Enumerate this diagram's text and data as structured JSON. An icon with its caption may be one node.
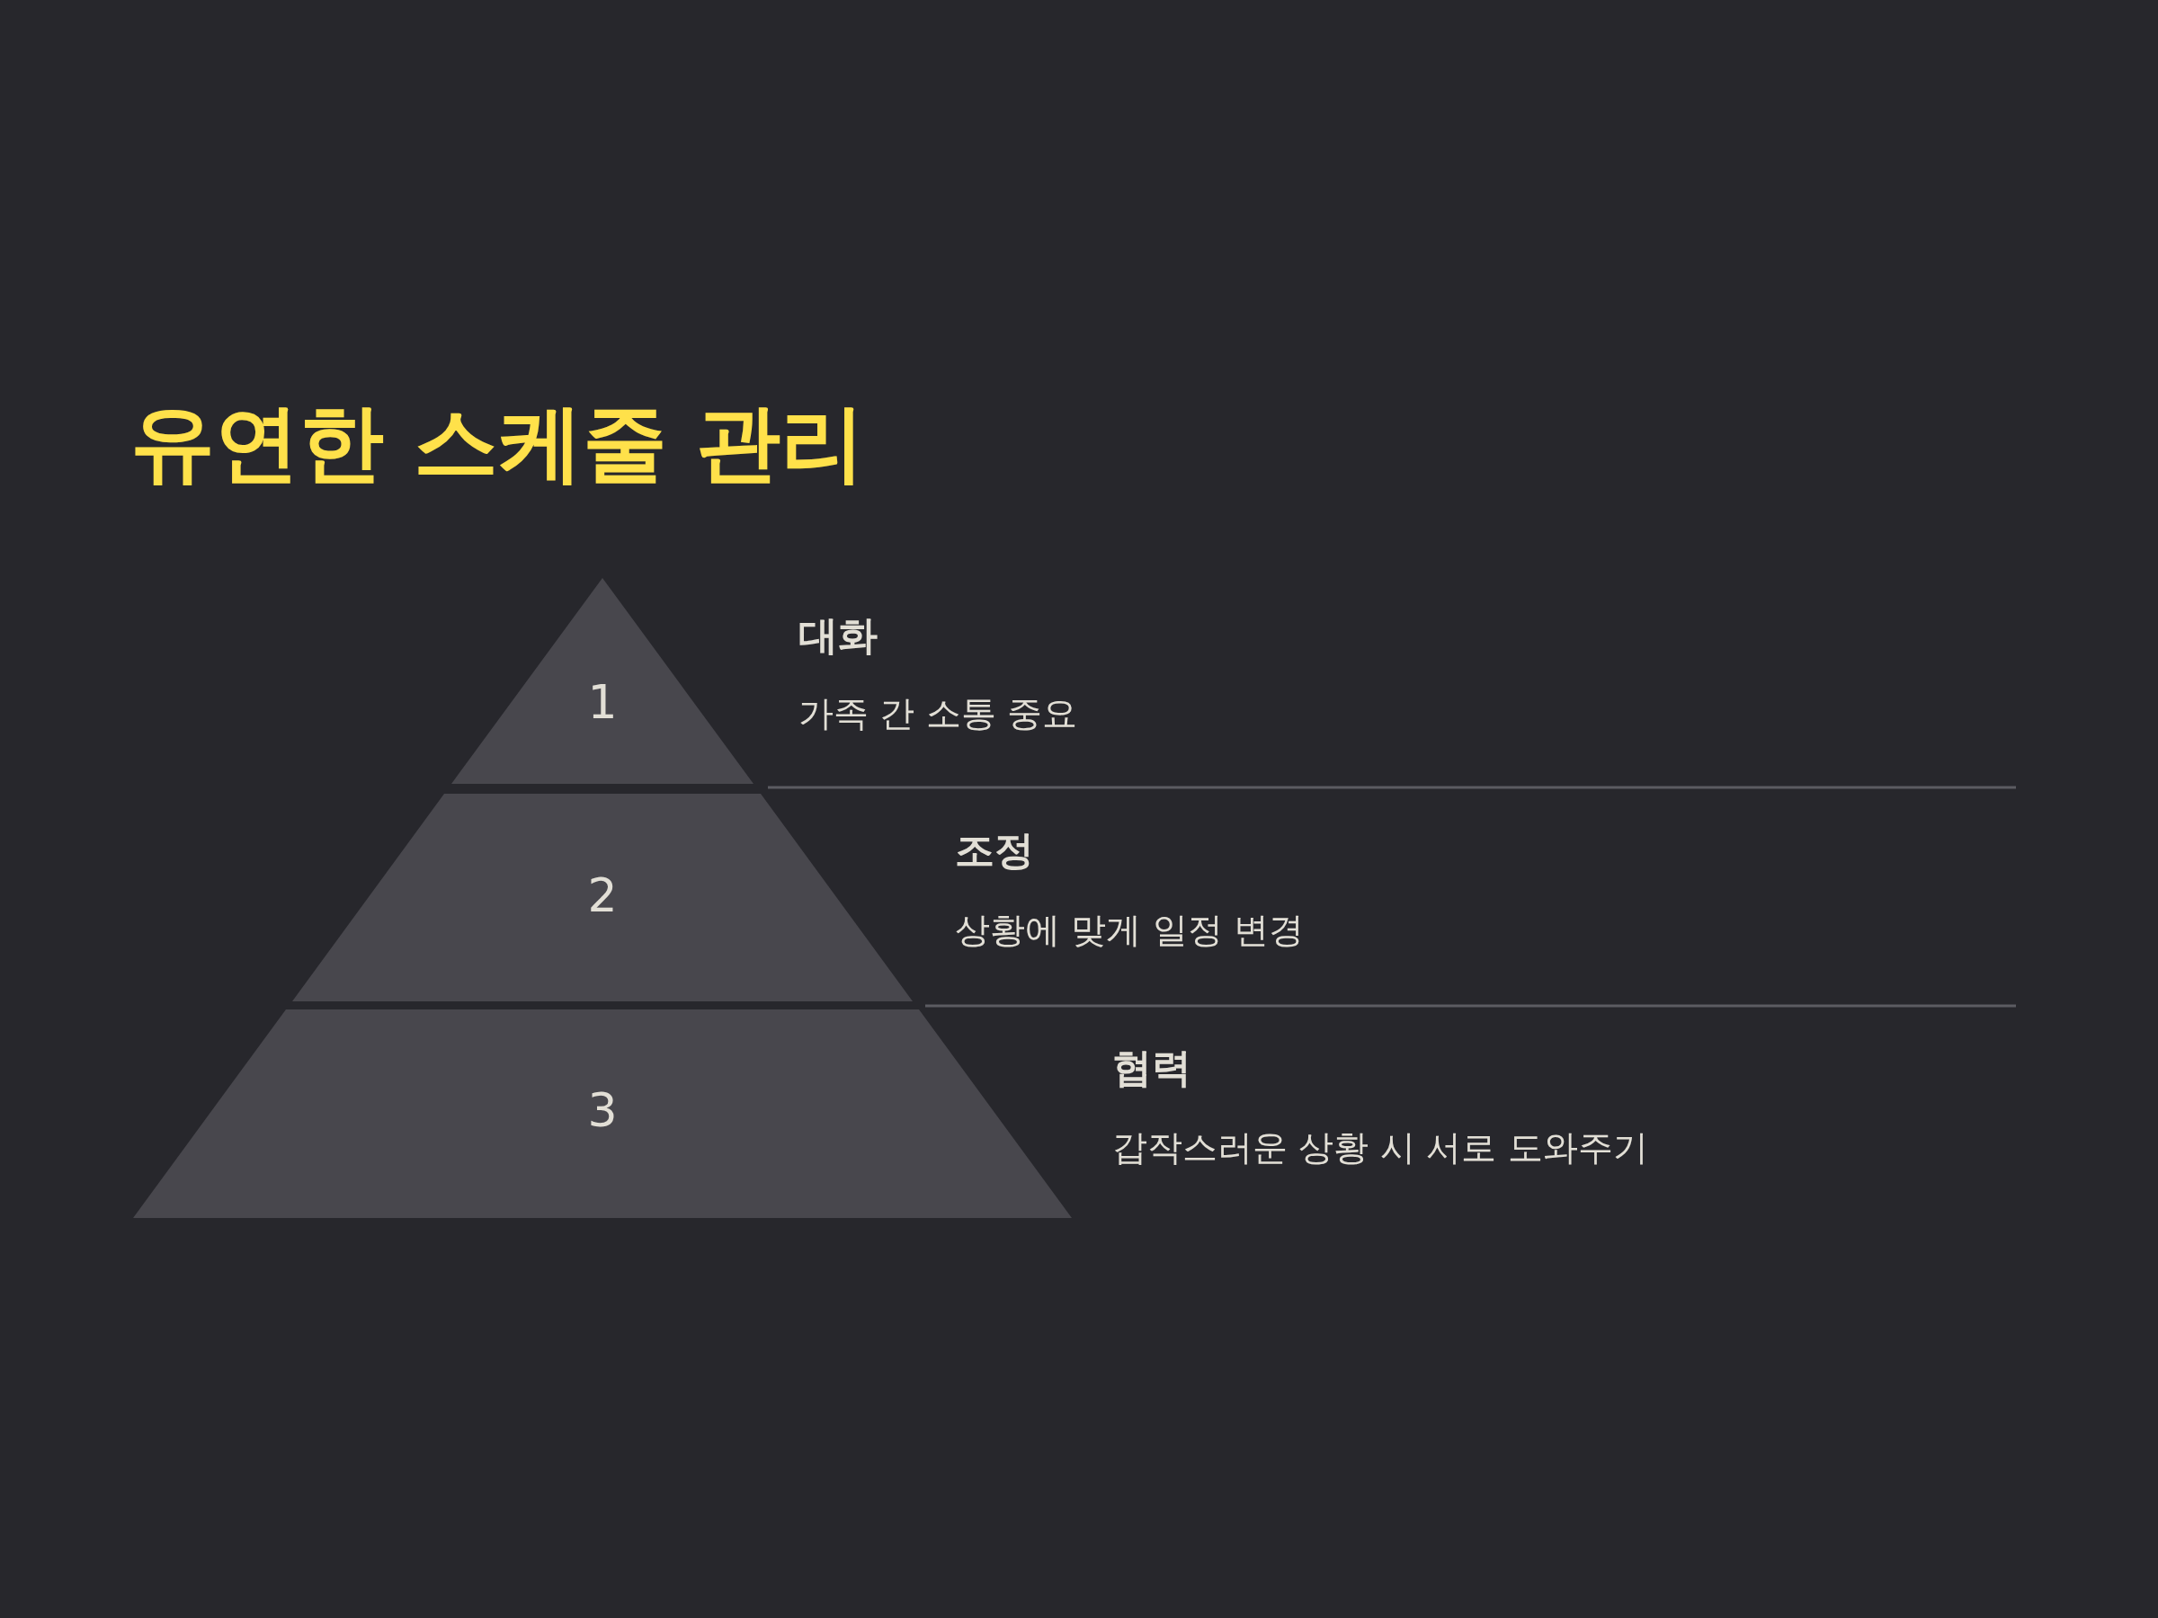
{
  "diagram": {
    "title": "유연한 스케줄 관리",
    "nodes": [
      {
        "text": [
          "1"
        ],
        "beside": [
          "대화",
          "가족 간 소통 중요"
        ]
      },
      {
        "text": [
          "2"
        ],
        "beside": [
          "조정",
          "상황에 맞게 일정 변경"
        ]
      },
      {
        "text": [
          "3"
        ],
        "beside": [
          "협력",
          "갑작스러운 상황 시 서로 도와주기"
        ]
      }
    ]
  }
}
